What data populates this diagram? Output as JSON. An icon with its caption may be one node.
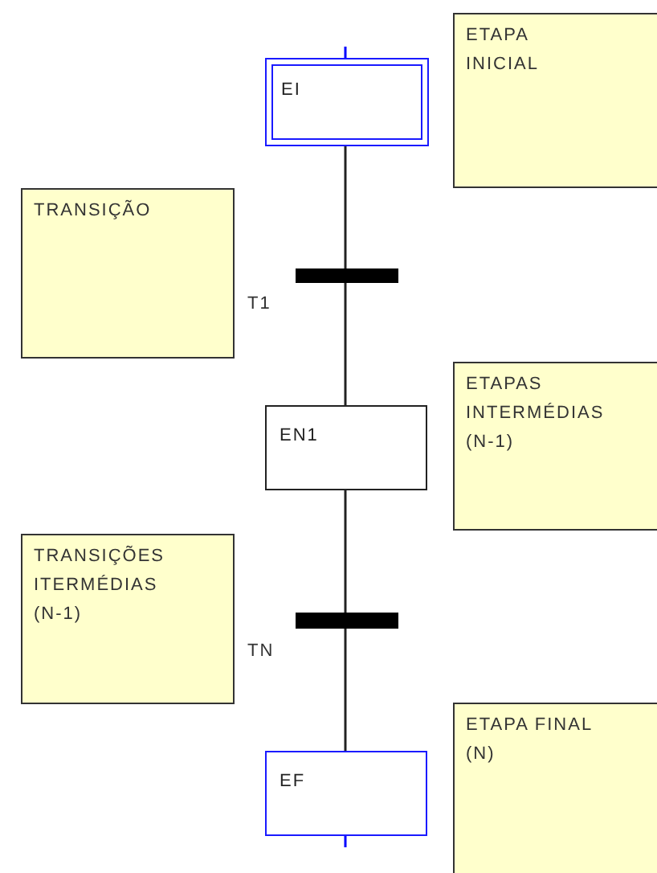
{
  "diagram": {
    "nodes": [
      {
        "text": [
          "ETAPA INICIAL"
        ]
      },
      {
        "text": [
          "EI"
        ]
      },
      {
        "text": [
          "TRANSIÇÃO"
        ]
      },
      {
        "text": [],
        "shape": "bar"
      },
      {
        "text": [
          "ETAPAS INTERMÉDIAS (N-1)"
        ]
      },
      {
        "text": [
          "EN1"
        ]
      },
      {
        "text": [
          "TRANSIÇÕES ITERMÉDIAS (N-1)"
        ]
      },
      {
        "text": [],
        "shape": "bar"
      },
      {
        "text": [
          "ETAPA FINAL (N)"
        ]
      },
      {
        "text": [
          "EF"
        ]
      }
    ],
    "edges": [
      {
        "from": null,
        "to": 1,
        "arrow": "none",
        "color": "#0000ff"
      },
      {
        "from": 1,
        "to": 3,
        "arrow": "none"
      },
      {
        "from": 3,
        "to": 5,
        "arrow": "none"
      },
      {
        "from": 5,
        "to": 7,
        "arrow": "none"
      },
      {
        "from": 7,
        "to": 9,
        "arrow": "none"
      },
      {
        "from": 9,
        "to": null,
        "arrow": "none",
        "color": "#0000ff"
      }
    ],
    "labels": [
      "T1",
      "TN"
    ]
  }
}
